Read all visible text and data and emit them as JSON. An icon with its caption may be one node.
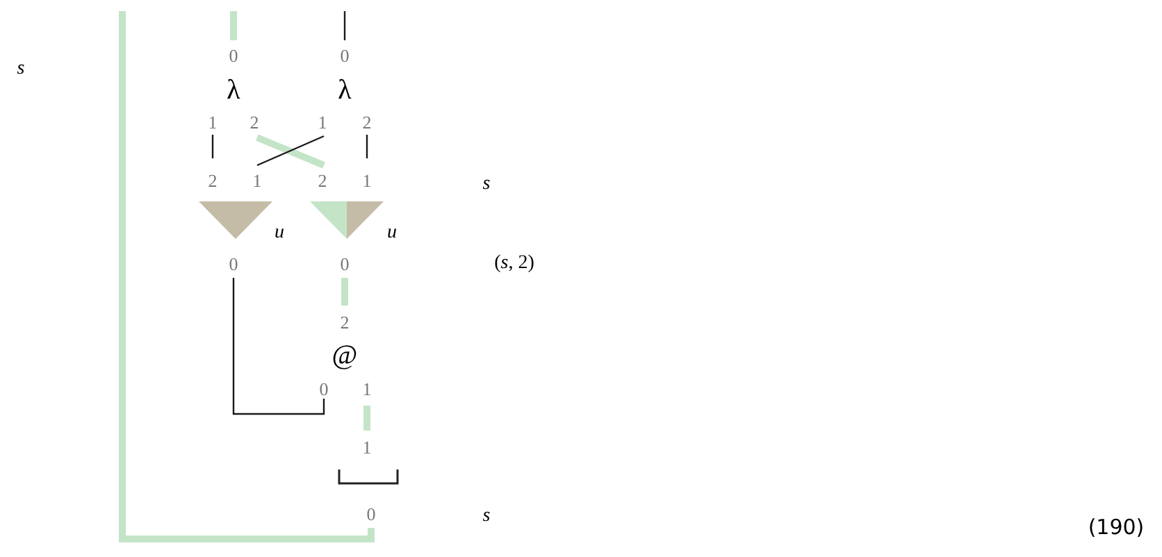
{
  "diagram": {
    "nodes": [
      {
        "text": [
          "λ"
        ],
        "beside": [
          "0",
          "1",
          "2"
        ]
      },
      {
        "text": [
          "λ"
        ],
        "beside": [
          "0",
          "1",
          "2"
        ]
      },
      {
        "text": [],
        "shape": "triangle",
        "beside": [
          "2",
          "1",
          "u",
          "0"
        ]
      },
      {
        "text": [],
        "shape": "triangle",
        "beside": [
          "2",
          "1",
          "u",
          "0"
        ]
      },
      {
        "text": [
          "@"
        ],
        "beside": [
          "2",
          "0",
          "1"
        ]
      },
      {
        "text": [],
        "shape": "bracket",
        "beside": [
          "1",
          "0"
        ]
      }
    ],
    "edges": [
      {
        "from": null,
        "to": 0,
        "arrow": "none",
        "style": "thick",
        "color": "#c4e4c7"
      },
      {
        "from": null,
        "to": 1,
        "arrow": "none",
        "color": "#1a1a1a"
      },
      {
        "from": 0,
        "to": 2,
        "arrow": "none",
        "color": "#1a1a1a"
      },
      {
        "from": 0,
        "to": 3,
        "arrow": "none",
        "style": "thick",
        "color": "#c4e4c7"
      },
      {
        "from": 1,
        "to": 2,
        "arrow": "none",
        "color": "#1a1a1a"
      },
      {
        "from": 1,
        "to": 3,
        "arrow": "none",
        "color": "#1a1a1a"
      },
      {
        "from": 2,
        "to": 4,
        "arrow": "none",
        "color": "#1a1a1a"
      },
      {
        "from": 3,
        "to": 4,
        "arrow": "none",
        "style": "thick",
        "color": "#c4e4c7"
      },
      {
        "from": 4,
        "to": 5,
        "arrow": "none",
        "style": "thick",
        "color": "#c4e4c7"
      },
      {
        "from": 5,
        "to": null,
        "arrow": "none",
        "style": "thick",
        "color": "#c4e4c7"
      }
    ],
    "labels": [
      "*s*",
      "*s*",
      "(*s*, 2)",
      "*s*",
      "(190)"
    ]
  }
}
